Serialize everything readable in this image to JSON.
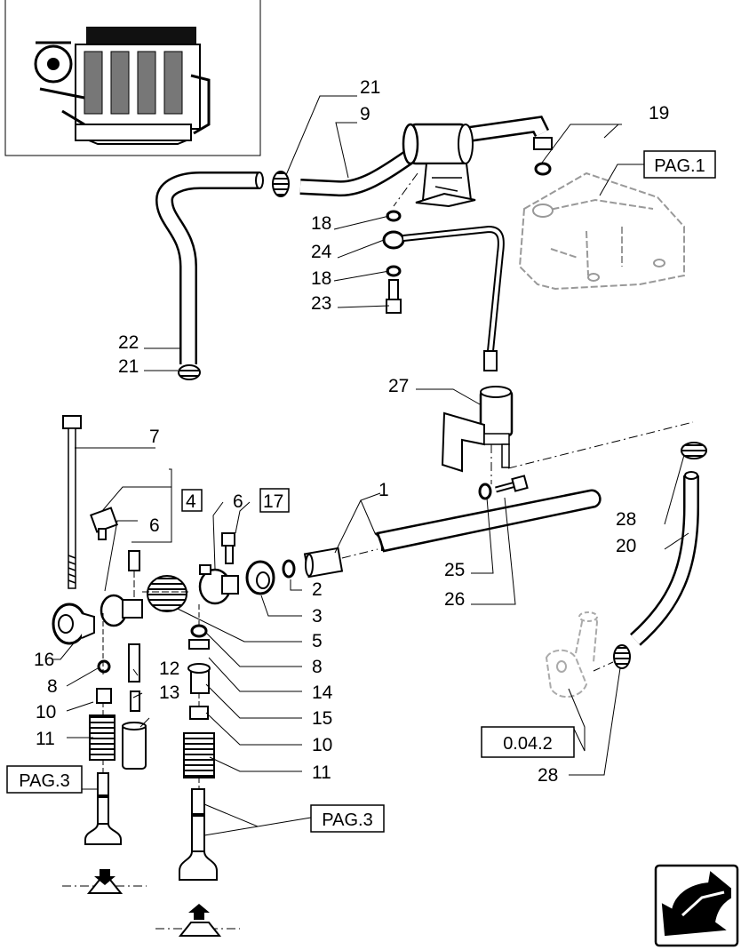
{
  "callouts": {
    "c1": "1",
    "c2": "2",
    "c3": "3",
    "c4": "4",
    "c5": "5",
    "c6a": "6",
    "c6b": "6",
    "c7": "7",
    "c8a": "8",
    "c8b": "8",
    "c9": "9",
    "c10a": "10",
    "c10b": "10",
    "c11a": "11",
    "c11b": "11",
    "c12": "12",
    "c13": "13",
    "c14": "14",
    "c15": "15",
    "c16": "16",
    "c17": "17",
    "c18a": "18",
    "c18b": "18",
    "c19": "19",
    "c20": "20",
    "c21a": "21",
    "c21b": "21",
    "c22": "22",
    "c23": "23",
    "c24": "24",
    "c25": "25",
    "c26": "26",
    "c27": "27",
    "c28a": "28",
    "c28b": "28"
  },
  "references": {
    "pag1": "PAG.1",
    "pag3_left": "PAG.3",
    "pag3_right": "PAG.3",
    "ref_0042": "0.04.2"
  },
  "icons": {
    "engine_thumbnail": "engine-icon",
    "navigation": "return-arrow-icon"
  }
}
